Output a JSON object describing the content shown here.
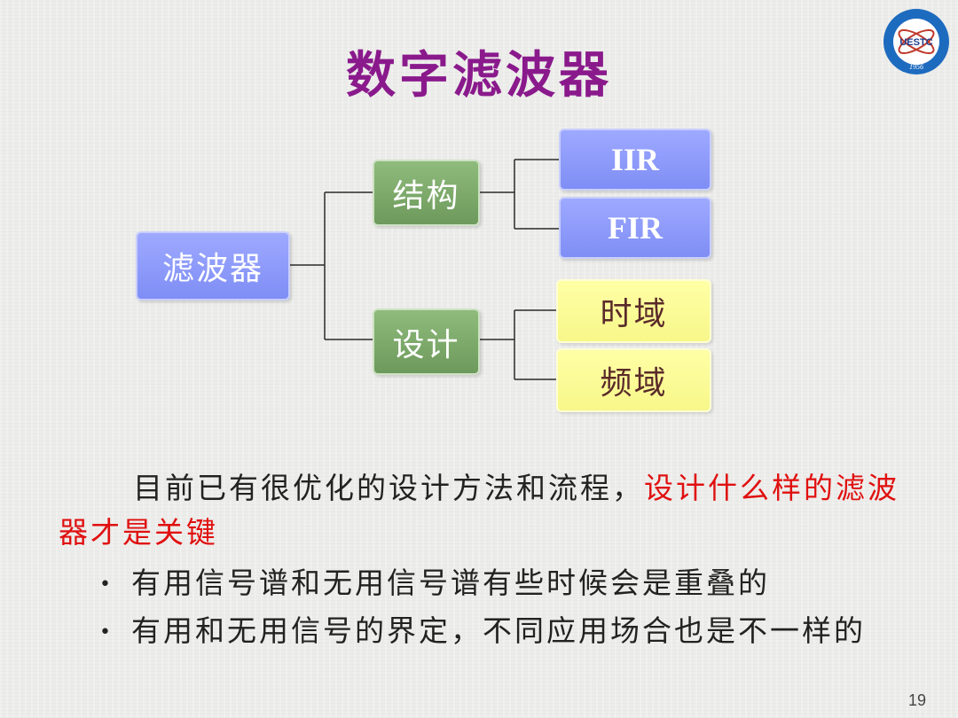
{
  "slide": {
    "title": "数字滤波器",
    "page_number": "19"
  },
  "logo": {
    "icon": "university-seal-icon",
    "inner_text": "UESTC",
    "year": "1956"
  },
  "tree": {
    "root": "滤波器",
    "structure": {
      "label": "结构",
      "children": [
        "IIR",
        "FIR"
      ]
    },
    "design": {
      "label": "设计",
      "children": [
        "时域",
        "频域"
      ]
    }
  },
  "paragraph": {
    "normal": "目前已有很优化的设计方法和流程，",
    "highlight": "设计什么样的滤波器才是关键",
    "highlight_color": "#e01010"
  },
  "bullets": [
    "有用信号谱和无用信号谱有些时候会是重叠的",
    "有用和无用信号的界定，不同应用场合也是不一样的"
  ],
  "colors": {
    "title": "#8a1a8c",
    "blue_node": "#8b97fa",
    "green_node": "#7ca86a",
    "yellow_node": "#fbfb97"
  }
}
